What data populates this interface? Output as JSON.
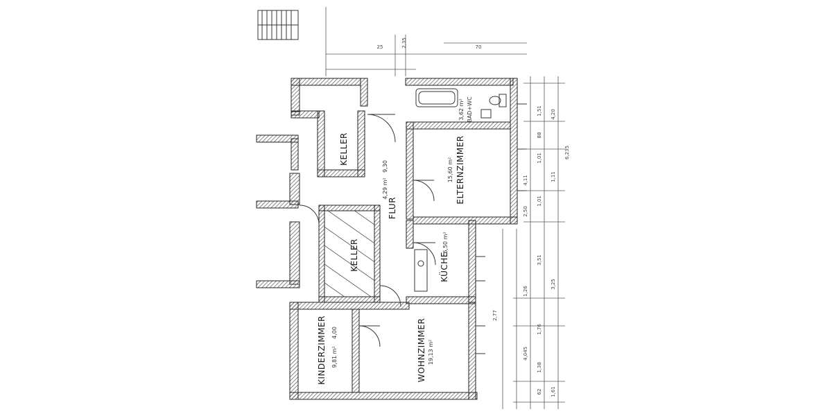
{
  "plan": {
    "rooms": {
      "keller_top": {
        "name": "KELLER"
      },
      "flur": {
        "name": "FLUR",
        "area": "4,29 m²",
        "dim": "9,30"
      },
      "bad_wc": {
        "name": "BAD+WC",
        "area": "3,62 m²"
      },
      "elternzimmer": {
        "name": "ELTERNZIMMER",
        "area": "15,60 m²"
      },
      "keller_mid": {
        "name": "KELLER"
      },
      "kueche": {
        "name": "KÜCHE",
        "area": "6,50 m²"
      },
      "kinderzimmer": {
        "name": "KINDERZIMMER",
        "area": "9,81 m²",
        "dim": "4,00"
      },
      "wohnzimmer": {
        "name": "WOHNZIMMER",
        "area": "19,13 m²"
      }
    },
    "dimensions": {
      "d1": "3,51",
      "d2": "4,045",
      "d3": "2,50",
      "d4": "1,01",
      "d5": "6,235",
      "d6": "4,20",
      "d7": "2,35",
      "d8": "4,11",
      "d9": "1,76",
      "d10": "1,01",
      "d11": "3,25",
      "d12": "1,26",
      "d13": "2,77",
      "d14": "1,51",
      "d15": "88",
      "d16": "1,11",
      "d17": "25",
      "d18": "70",
      "d19": "62",
      "d20": "1,38",
      "d21": "1,61"
    }
  }
}
